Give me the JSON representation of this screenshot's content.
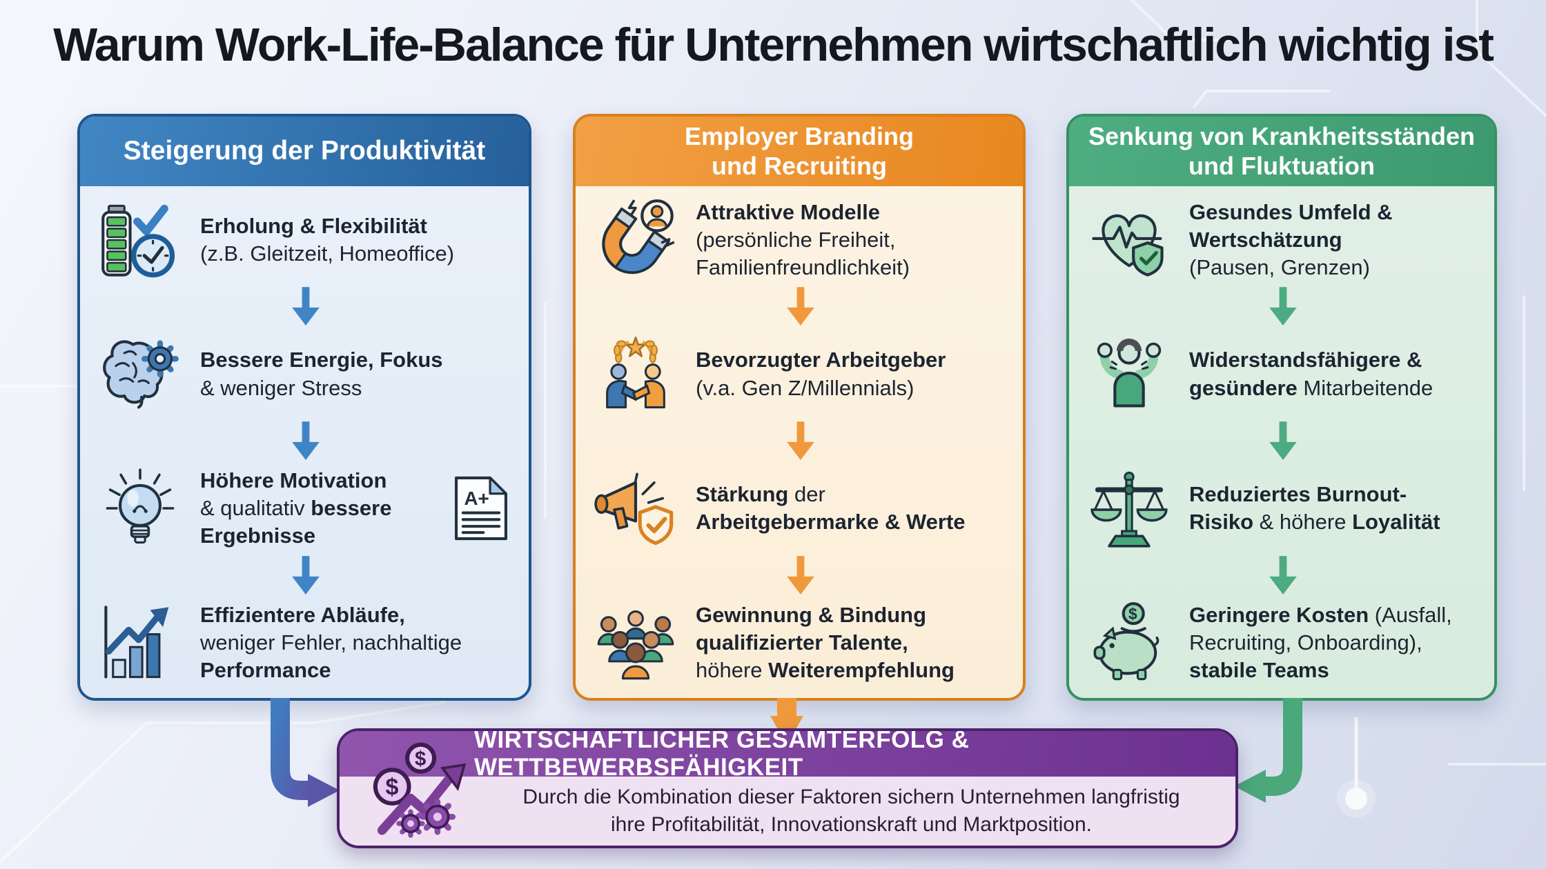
{
  "page": {
    "title": "Warum Work-Life-Balance für Unternehmen wirtschaftlich wichtig ist"
  },
  "colors": {
    "blue_accent": "#2e72ad",
    "blue_border": "#1d568f",
    "blue_arrow": "#3f85c6",
    "orange_accent": "#ee9434",
    "orange_border": "#d87f1e",
    "orange_arrow": "#f0993c",
    "green_accent": "#46a277",
    "green_border": "#359164",
    "green_arrow": "#4cab80",
    "purple_dark": "#6c3190",
    "purple_light": "#efe1f1",
    "purple_border": "#4a2368",
    "text_dark": "#1d2430"
  },
  "icon_labels": {
    "aplus": "A+",
    "dollar": "$"
  },
  "columns": [
    {
      "id": "productivity",
      "header_lines": [
        "Steigerung der Produktivität"
      ],
      "arrow_color": "#3f85c6",
      "items": [
        {
          "icon": "battery-clock-icon",
          "lines": [
            [
              {
                "t": "Erholung & Flexibilität",
                "b": true
              }
            ],
            [
              {
                "t": "(z.B. Gleitzeit, Homeoffice)",
                "b": false
              }
            ]
          ]
        },
        {
          "icon": "brain-gear-icon",
          "lines": [
            [
              {
                "t": "Bessere Energie, Fokus",
                "b": true
              }
            ],
            [
              {
                "t": "& weniger Stress",
                "b": false
              }
            ]
          ]
        },
        {
          "icon": "lightbulb-icon",
          "icon_right": "aplus-doc-icon",
          "lines": [
            [
              {
                "t": "Höhere Motivation",
                "b": true
              }
            ],
            [
              {
                "t": "& qualitativ ",
                "b": false
              },
              {
                "t": "bessere",
                "b": true
              }
            ],
            [
              {
                "t": "Ergebnisse",
                "b": true
              }
            ]
          ]
        },
        {
          "icon": "chart-up-icon",
          "lines": [
            [
              {
                "t": "Effizientere Abläufe,",
                "b": true
              }
            ],
            [
              {
                "t": "weniger Fehler, nachhaltige",
                "b": false
              }
            ],
            [
              {
                "t": "Performance",
                "b": true
              }
            ]
          ]
        }
      ]
    },
    {
      "id": "employer-branding",
      "header_lines": [
        "Employer Branding",
        "und Recruiting"
      ],
      "arrow_color": "#f0993c",
      "items": [
        {
          "icon": "magnet-icon",
          "lines": [
            [
              {
                "t": "Attraktive Modelle",
                "b": true
              }
            ],
            [
              {
                "t": "(persönliche Freiheit,",
                "b": false
              }
            ],
            [
              {
                "t": "Familienfreundlichkeit)",
                "b": false
              }
            ]
          ]
        },
        {
          "icon": "handshake-laurel-icon",
          "lines": [
            [
              {
                "t": "Bevorzugter Arbeitgeber",
                "b": true
              }
            ],
            [
              {
                "t": "(v.a. Gen Z/Millennials)",
                "b": false
              }
            ]
          ]
        },
        {
          "icon": "megaphone-shield-icon",
          "lines": [
            [
              {
                "t": "Stärkung",
                "b": true
              },
              {
                "t": " der",
                "b": false
              }
            ],
            [
              {
                "t": "Arbeitgebermarke & Werte",
                "b": true
              }
            ]
          ]
        },
        {
          "icon": "people-group-icon",
          "lines": [
            [
              {
                "t": "Gewinnung & Bindung",
                "b": true
              }
            ],
            [
              {
                "t": "qualifizierter Talente,",
                "b": true
              }
            ],
            [
              {
                "t": "höhere ",
                "b": false
              },
              {
                "t": "Weiterempfehlung",
                "b": true
              }
            ]
          ]
        }
      ]
    },
    {
      "id": "health-retention",
      "header_lines": [
        "Senkung von Krankheitsständen",
        "und Fluktuation"
      ],
      "arrow_color": "#4cab80",
      "items": [
        {
          "icon": "heart-ecg-shield-icon",
          "lines": [
            [
              {
                "t": "Gesundes Umfeld &",
                "b": true
              }
            ],
            [
              {
                "t": "Wertschätzung",
                "b": true
              }
            ],
            [
              {
                "t": "(Pausen, Grenzen)",
                "b": false
              }
            ]
          ]
        },
        {
          "icon": "strong-person-icon",
          "lines": [
            [
              {
                "t": "Widerstandsfähigere &",
                "b": true
              }
            ],
            [
              {
                "t": "gesündere",
                "b": true
              },
              {
                "t": " Mitarbeitende",
                "b": false
              }
            ]
          ]
        },
        {
          "icon": "scale-icon",
          "lines": [
            [
              {
                "t": "Reduziertes Burnout-",
                "b": true
              }
            ],
            [
              {
                "t": "Risiko",
                "b": true
              },
              {
                "t": " & höhere ",
                "b": false
              },
              {
                "t": "Loyalität",
                "b": true
              }
            ]
          ]
        },
        {
          "icon": "piggy-bank-icon",
          "lines": [
            [
              {
                "t": "Geringere Kosten",
                "b": true
              },
              {
                "t": " (Ausfall,",
                "b": false
              }
            ],
            [
              {
                "t": "Recruiting, Onboarding),",
                "b": false
              }
            ],
            [
              {
                "t": "stabile Teams",
                "b": true
              }
            ]
          ]
        }
      ]
    }
  ],
  "banner": {
    "icon": "money-growth-icon",
    "title": "WIRTSCHAFTLICHER GESAMTERFOLG & WETTBEWERBSFÄHIGKEIT",
    "line1": "Durch die Kombination dieser Faktoren sichern Unternehmen langfristig",
    "line2": "ihre Profitabilität, Innovationskraft und Marktposition."
  }
}
